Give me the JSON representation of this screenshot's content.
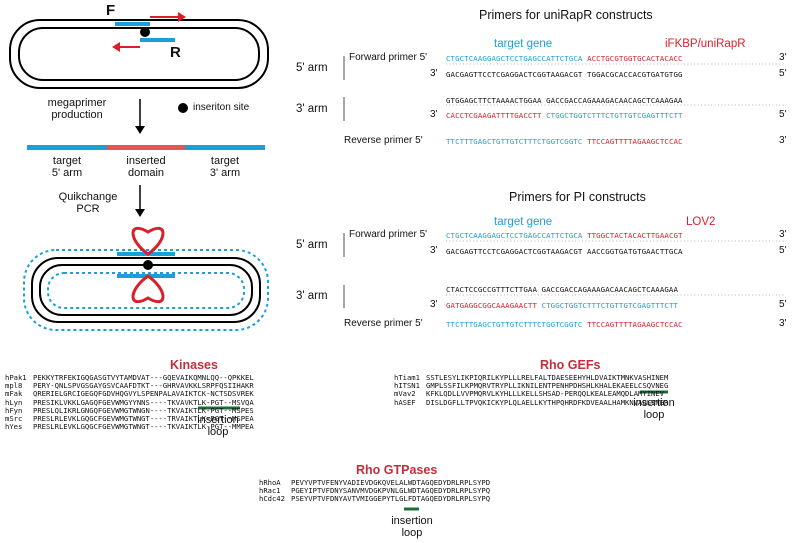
{
  "left_panel": {
    "primer_f": "F",
    "primer_r": "R",
    "insertion_site_label": "inseriton site",
    "step1": [
      "megaprimer",
      "production"
    ],
    "segments": {
      "left": [
        "target",
        "5' arm"
      ],
      "middle": [
        "inserted",
        "domain"
      ],
      "right": [
        "target",
        "3' arm"
      ]
    },
    "step2": [
      "Quikchange",
      "PCR"
    ]
  },
  "unirapr": {
    "title": "Primers for uniRapR constructs",
    "header_target": "target gene",
    "header_insert": "iFKBP/uniRapR",
    "arm5_label": "5' arm",
    "arm3_label": "3' arm",
    "forward_label": "Forward primer",
    "reverse_label": "Reverse primer",
    "p5": "5'",
    "p3": "3'",
    "fwd_target": "CTGCTCAAGGAGCTCCTGAGCCATTCTGCA",
    "fwd_insert": "ACCTGCGTGGTGCACTACACC",
    "arm5_bottom": "GACGAGTTCCTCGAGGACTCGGTAAGACGT  TGGACGCACCACGTGATGTGG",
    "arm3_top": "GTGGAGCTTCTAAAACTGGAA  GACCGACCAGAAAGACAACAGCTCAAAGAA",
    "arm3_bottom_insert": "CACCTCGAAGATTTTGACCTT",
    "arm3_bottom_target": "CTGGCTGGTCTTTCTGTTGTCGAGTTTCTT",
    "rev_target": "TTCTTTGAGCTGTTGTCTTTCTGGTCGGTC",
    "rev_insert": "TTCCAGTTTTAGAAGCTCCAC"
  },
  "pi": {
    "title": "Primers for PI constructs",
    "header_target": "target gene",
    "header_insert": "LOV2",
    "arm5_label": "5' arm",
    "arm3_label": "3' arm",
    "forward_label": "Forward primer",
    "reverse_label": "Reverse primer",
    "p5": "5'",
    "p3": "3'",
    "fwd_target": "CTGCTCAAGGAGCTCCTGAGCCATTCTGCA",
    "fwd_insert": "TTGGCTACTACACTTGAACGT",
    "arm5_bottom": "GACGAGTTCCTCGAGGACTCGGTAAGACGT  AACCGGTGATGTGAACTTGCA",
    "arm3_top": "CTACTCCGCCGTTTCTTGAA  GACCGACCAGAAAGACAACAGCTCAAAGAA",
    "arm3_bottom_insert": "GATGAGGCGGCAAAGAACTT",
    "arm3_bottom_target": "CTGGCTGGTCTTTCTGTTGTCGAGTTTCTT",
    "rev_target": "TTCTTTGAGCTGTTGTCTTTCTGGTCGGTC",
    "rev_insert": "TTCCAGTTTTAGAAGCTCCAC"
  },
  "kinases": {
    "title": "Kinases",
    "rows": [
      [
        "hPak1",
        "PEKKYTRFEKIGQGASGTVYTAMDVAT---GQEVAIKQMNLQQ--QPKKEL"
      ],
      [
        "mpl8",
        "PERY-QNLSPVGSGAYGSVCAAFDTKT---GHRVAVKKLSRPFQSIIHAKR"
      ],
      [
        "mFak",
        "QRERIELGRCIGEGQFGDVHQGVYLSPENPALAVAIKTCK-NCTSDSVREK"
      ],
      [
        "hLyn",
        "PRESIKLVKKLGAGQFGEVWMGYYNNS----TKVAVKTLK-PGT--MSVQA"
      ],
      [
        "hFyn",
        "PRESLQLIKRLGNGQFGEVWMGTWNGN----TKVAIKTLK-PGT--MSPES"
      ],
      [
        "mSrc",
        "PRESLRLEVKLGQGCFGEVWMGTWNGT----TRVAIKTLK-PGT--MSPEA"
      ],
      [
        "hYes",
        "PRESLRLEVKLGQGCFGEVWMGTWNGT----TKVAIKTLK-PGT--MMPEA"
      ]
    ],
    "loop_label": [
      "insertion",
      "loop"
    ]
  },
  "gefs": {
    "title": "Rho GEFs",
    "rows": [
      [
        "hTiam1",
        "SSTLESYLIKPIQRILKYPLLLRELFALTDAESEEHYHLDVAIKTMNKVASHINEM"
      ],
      [
        "hITSN1",
        "GMPLSSFILKPMQRVTRYPLLIKNILENTPENHPDHSHLKHALEKAEELCSQVNEG"
      ],
      [
        "mVav2",
        "KFKLQDLLVVPMQRVLKYHLLLKELLSHSAD-PERQQLKEALEAMQDLAMYINEV"
      ],
      [
        "hASEF",
        "DISLDGFLLTPVQKICKYPLQLAELLKYTHPQHRDFKDVEAALHAMKNVAQLINER"
      ]
    ],
    "loop_label": [
      "insertion",
      "loop"
    ]
  },
  "gtpases": {
    "title": "Rho GTPases",
    "rows": [
      [
        "hRhoA",
        "PEVYVPTVFENYVADIEVDGKQVELALWDTAGQEDYDRLRPLSYPD"
      ],
      [
        "hRac1",
        "PGEYIPTVFDNYSANVMVDGKPVNLGLWDTAGQEDYDRLRPLSYPQ"
      ],
      [
        "hCdc42",
        "PSEYVPTVFDNYAVTVMIGGEPYTLGLFDTAGQEDYDRLRPLSYPQ"
      ]
    ],
    "loop_label": [
      "insertion",
      "loop"
    ]
  },
  "colors": {
    "blue": "#1aa0d8",
    "red": "#d81f2a",
    "green": "#1f6b3a"
  }
}
